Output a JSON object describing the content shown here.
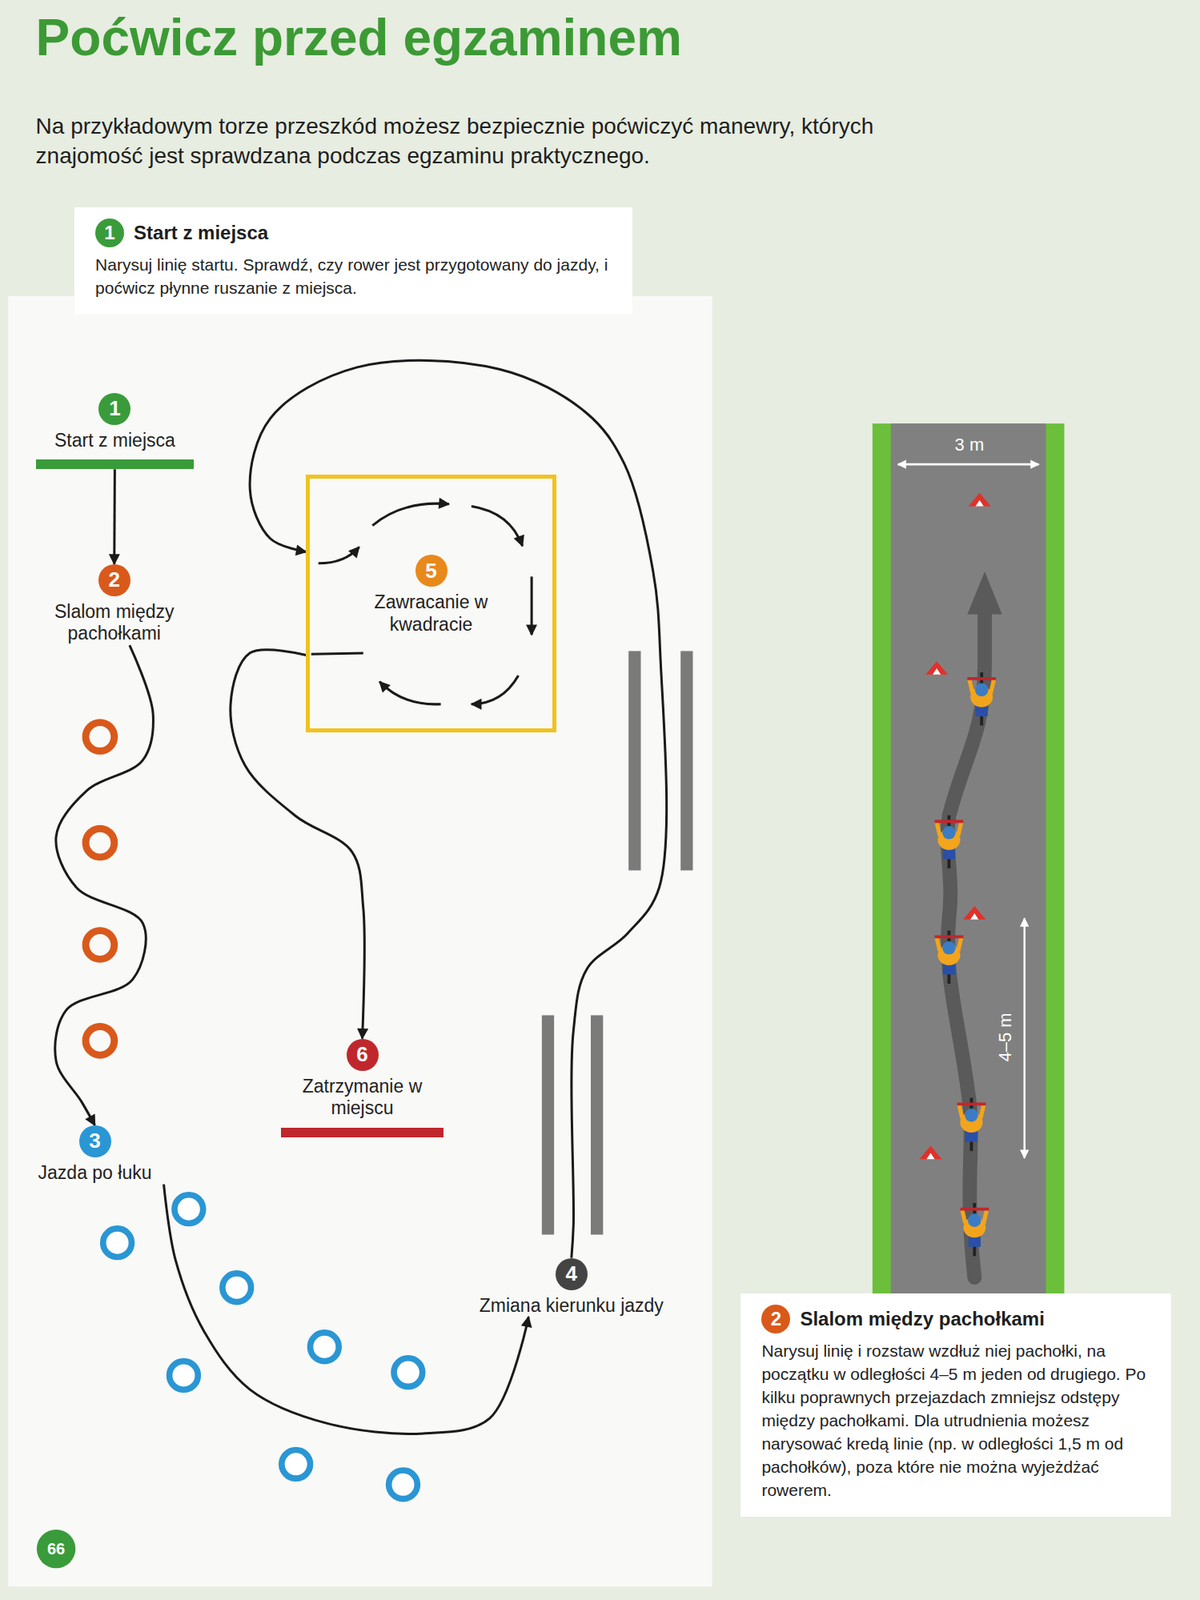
{
  "diagram": {
    "title": "Poćwicz przed egzaminem",
    "nodes": [
      {
        "text": [
          "1",
          "Start z miejsca",
          "Narysuj linię startu. Sprawdź, czy rower jest przygotowany do jazdy, i poćwicz płynne ruszanie z miejsca."
        ]
      },
      {
        "text": [
          "1",
          "Start z miejsca"
        ]
      },
      {
        "text": [
          "2",
          "Slalom między pachołkami"
        ]
      },
      {
        "text": [
          "3",
          "Jazda po łuku"
        ]
      },
      {
        "text": [
          "4",
          "Zmiana kierunku jazdy"
        ]
      },
      {
        "text": [
          "5",
          "Zawracanie w kwadracie"
        ]
      },
      {
        "text": [
          "6",
          "Zatrzymanie w miejscu"
        ]
      },
      {
        "text": [
          "2",
          "Slalom między pachołkami",
          "Narysuj linię i rozstaw wzdłuż niej pachołki, na początku w odległości 4–5 m jeden od drugiego. Po kilku poprawnych przejazdach zmniejsz odstępy między pachołkami. Dla utrudnienia możesz narysować kredą linie (np. w odległości 1,5 m od pachołków), poza które nie można wyjeżdżać rowerem."
        ]
      }
    ],
    "edges": [
      {
        "from": 1,
        "to": 2,
        "arrow": "to"
      },
      {
        "from": 2,
        "to": 3,
        "arrow": "to"
      },
      {
        "from": 3,
        "to": 4,
        "arrow": "to"
      },
      {
        "from": 4,
        "to": 5,
        "arrow": "to"
      },
      {
        "from": 5,
        "to": 6,
        "arrow": "to"
      }
    ],
    "labels": [
      "Na przykładowym torze przeszkód możesz bezpiecznie poćwiczyć manewry, których znajomość jest sprawdzana podczas egzaminu praktycznego.",
      "3 m",
      "4–5 m",
      "66"
    ]
  }
}
